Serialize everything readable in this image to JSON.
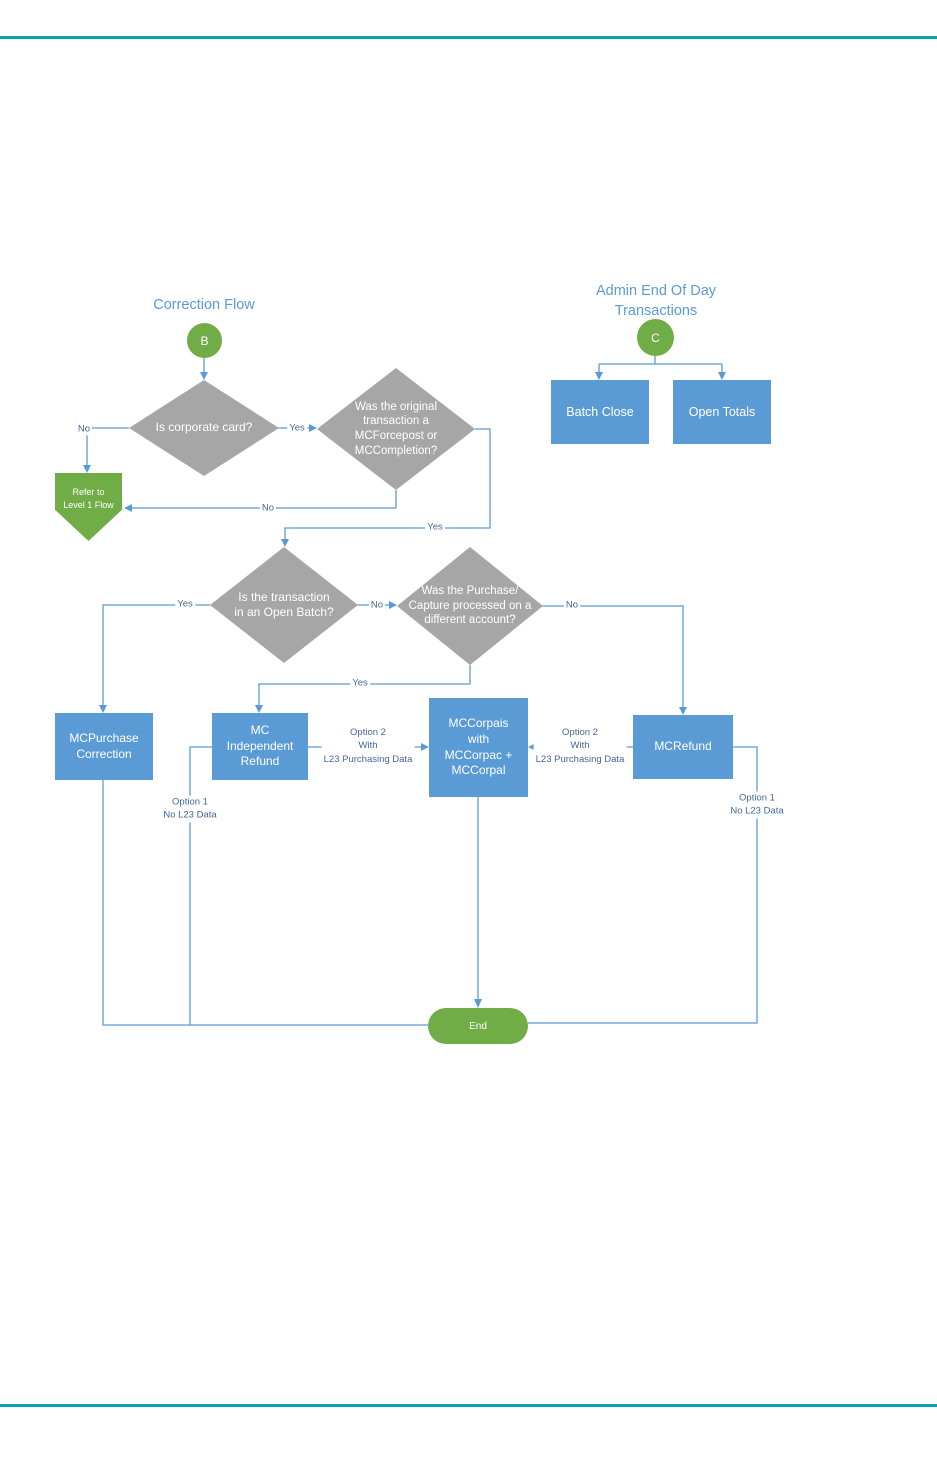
{
  "colors": {
    "accent_blue": "#5b9bd5",
    "shape_gray": "#a6a6a6",
    "green": "#70ad47",
    "teal_rule": "#0ba2b5",
    "label_blue": "#44679c"
  },
  "titles": {
    "correction_flow": "Correction Flow",
    "admin_end_of_day": [
      "Admin End Of Day",
      "Transactions"
    ]
  },
  "start_connectors": {
    "b": "B",
    "c": "C"
  },
  "decisions": {
    "corporate_card": "Is corporate card?",
    "forcepost": [
      "Was the original",
      "transaction a",
      "MCForcepost or",
      "MCCompletion?"
    ],
    "open_batch": [
      "Is the transaction",
      "in an Open Batch?"
    ],
    "different_account": [
      "Was the Purchase/",
      "Capture processed on a",
      "different account?"
    ]
  },
  "processes": {
    "mcpurchase_correction": [
      "MCPurchase",
      "Correction"
    ],
    "mc_independent_refund": [
      "MC",
      "Independent",
      "Refund"
    ],
    "mccorpais": [
      "MCCorpais",
      "with",
      "MCCorpac +",
      "MCCorpal"
    ],
    "mcrefund": "MCRefund",
    "batch_close": "Batch Close",
    "open_totals": "Open Totals"
  },
  "terminators": {
    "refer_level1": [
      "Refer to",
      "Level 1 Flow"
    ],
    "end": "End"
  },
  "edge_labels": {
    "yes": "Yes",
    "no": "No",
    "option1": [
      "Option 1",
      "No L23 Data"
    ],
    "option2": [
      "Option 2",
      "With",
      "L23 Purchasing Data"
    ]
  }
}
